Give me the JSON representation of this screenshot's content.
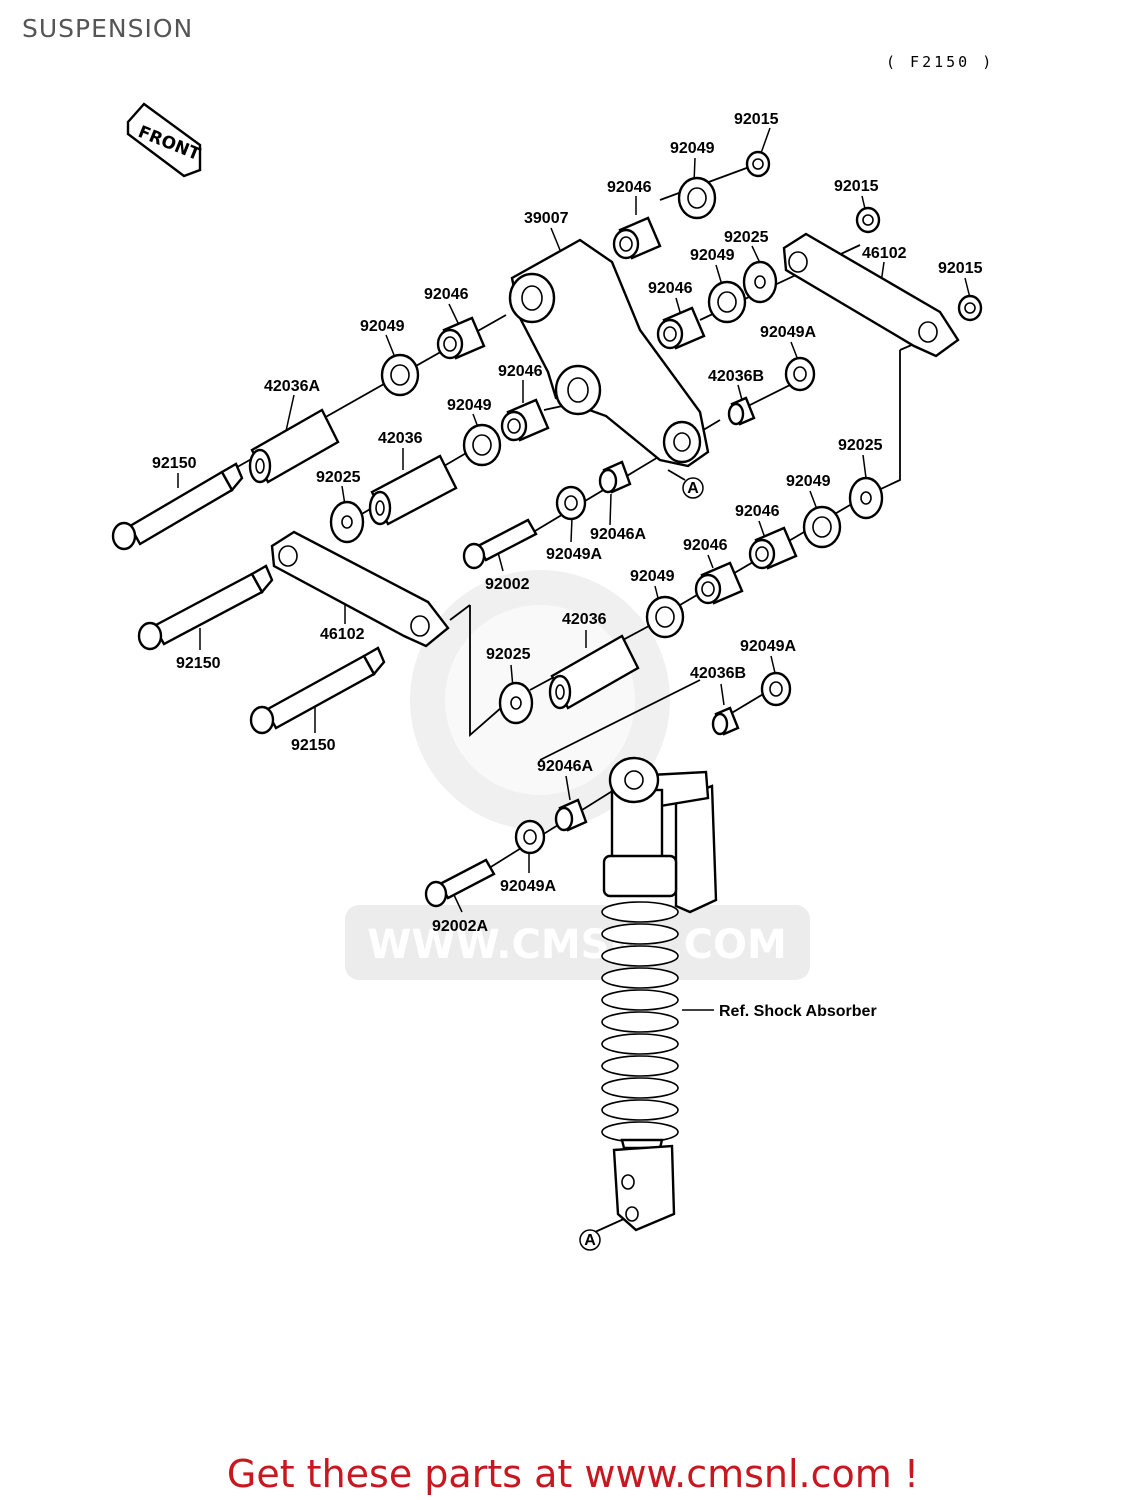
{
  "header": {
    "title": "SUSPENSION",
    "code": "( F2150 )"
  },
  "front_arrow": {
    "text": "FRONT"
  },
  "watermark": {
    "text": "WWW.CMSNL.COM"
  },
  "labels": {
    "p92015_a": "92015",
    "p92049_a": "92049",
    "p92046_a": "92046",
    "p92015_b": "92015",
    "p39007": "39007",
    "p92025_a": "92025",
    "p92049_b": "92049",
    "p46102_a": "46102",
    "p92015_c": "92015",
    "p92046_b": "92046",
    "p92046_c": "92046",
    "p92049_c": "92049",
    "p92049A_a": "92049A",
    "p42036A": "42036A",
    "p92046_d": "92046",
    "p42036B_a": "42036B",
    "p92049_d": "92049",
    "p42036_a": "42036",
    "p92150_a": "92150",
    "p92025_b": "92025",
    "p92025_c": "92025",
    "p92049_e": "92049",
    "p92046A_a": "92046A",
    "p92049A_b": "92049A",
    "p92046_e": "92046",
    "p92002": "92002",
    "p92046_f": "92046",
    "p92049_f": "92049",
    "p46102_b": "46102",
    "p92150_b": "92150",
    "p42036_b": "42036",
    "p92049A_c": "92049A",
    "p92025_d": "92025",
    "p42036B_b": "42036B",
    "p92150_c": "92150",
    "p92046A_b": "92046A",
    "p92049A_d": "92049A",
    "p92002A": "92002A",
    "ref_shock": "Ref. Shock Absorber",
    "mark_a1": "A",
    "mark_a2": "A"
  },
  "footer": {
    "cta": "Get these parts at www.cmsnl.com !"
  },
  "colors": {
    "title": "#555555",
    "cta": "#c8171e",
    "watermark": "#e4e4e4"
  }
}
